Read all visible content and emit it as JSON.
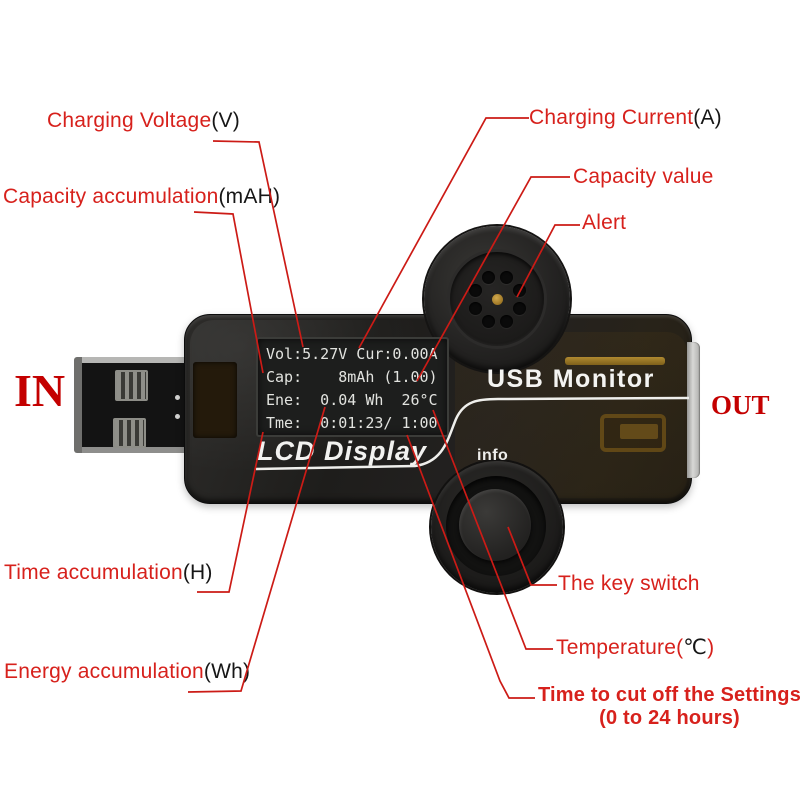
{
  "colors": {
    "label_red": "#d7211c",
    "leader_line_red": "#cc1b16",
    "unit_black": "#161616",
    "serif_red": "#c40000"
  },
  "labels": {
    "charging_voltage": {
      "text": "Charging  Voltage",
      "unit": "(V)"
    },
    "charging_current": {
      "text": "Charging  Current",
      "unit": "(A)"
    },
    "capacity_accumulation": {
      "text": "Capacity  accumulation",
      "unit": "(mAH)"
    },
    "capacity_value": {
      "text": "Capacity value"
    },
    "alert": {
      "text": "Alert"
    },
    "input_side": {
      "text": "IN"
    },
    "output_side": {
      "text": "OUT"
    },
    "time_accumulation": {
      "text": "Time  accumulation",
      "unit": "(H)"
    },
    "energy_accumulation": {
      "text": "Energy  accumulation",
      "unit": "(Wh)"
    },
    "key_switch": {
      "text": "The key switch"
    },
    "temperature": {
      "prefix": "Temperature(",
      "symbol": "℃",
      "suffix": ")"
    },
    "cutoff": {
      "line1": "Time to cut off the Settings",
      "line2": "(0 to 24 hours)"
    }
  },
  "device": {
    "brand": "USB Monitor",
    "screen_label": "LCD Display",
    "info_label": "info",
    "lcd": {
      "row1": "Vol:5.27V Cur:0.00A",
      "row2": "Cap:    8mAh (1.00)",
      "row3": "Ene:  0.04 Wh  26°C",
      "row4": "Tme:  0:01:23/ 1:00"
    },
    "readings": {
      "voltage_v": "5.27",
      "current_a": "0.00",
      "capacity_mah": "8",
      "capacity_value": "1.00",
      "energy_wh": "0.04",
      "temperature_c": "26",
      "time_elapsed": "0:01:23",
      "cutoff_time": "1:00"
    }
  }
}
